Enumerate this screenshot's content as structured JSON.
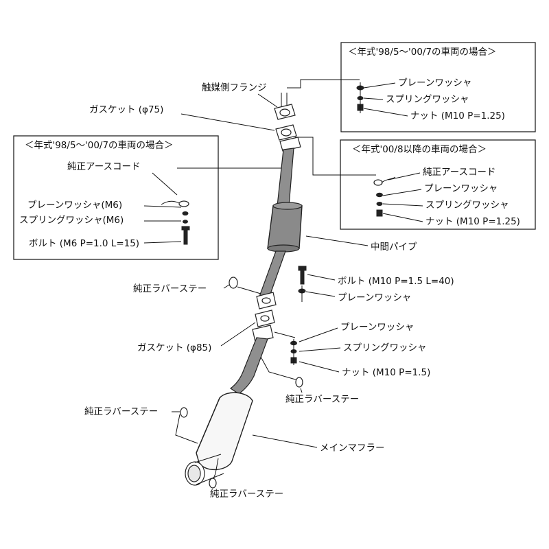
{
  "boxes": {
    "left": {
      "title": "＜年式'98/5～'00/7の車両の場合＞",
      "labels": {
        "earth_cord": "純正アースコード",
        "plain_washer": "プレーンワッシャ(M6)",
        "spring_washer": "スプリングワッシャ(M6)",
        "bolt": "ボルト (M6 P=1.0 L=15)"
      }
    },
    "top_right": {
      "title": "＜年式'98/5～'00/7の車両の場合＞",
      "labels": {
        "plain_washer": "プレーンワッシャ",
        "spring_washer": "スプリングワッシャ",
        "nut": "ナット (M10 P=1.25)"
      }
    },
    "mid_right": {
      "title": "＜年式'00/8以降の車両の場合＞",
      "labels": {
        "earth_cord": "純正アースコード",
        "plain_washer": "プレーンワッシャ",
        "spring_washer": "スプリングワッシャ",
        "nut": "ナット (M10 P=1.25)"
      }
    }
  },
  "labels": {
    "catalyst_flange": "触媒側フランジ",
    "gasket_75": "ガスケット (φ75)",
    "middle_pipe": "中間パイプ",
    "rubber_stay_1": "純正ラバーステー",
    "bolt_m10": "ボルト (M10 P=1.5 L=40)",
    "plain_washer_1": "プレーンワッシャ",
    "gasket_85": "ガスケット (φ85)",
    "plain_washer_2": "プレーンワッシャ",
    "spring_washer": "スプリングワッシャ",
    "nut_m10": "ナット (M10 P=1.5)",
    "rubber_stay_2": "純正ラバーステー",
    "rubber_stay_3": "純正ラバーステー",
    "main_muffler": "メインマフラー",
    "rubber_stay_4": "純正ラバーステー"
  }
}
